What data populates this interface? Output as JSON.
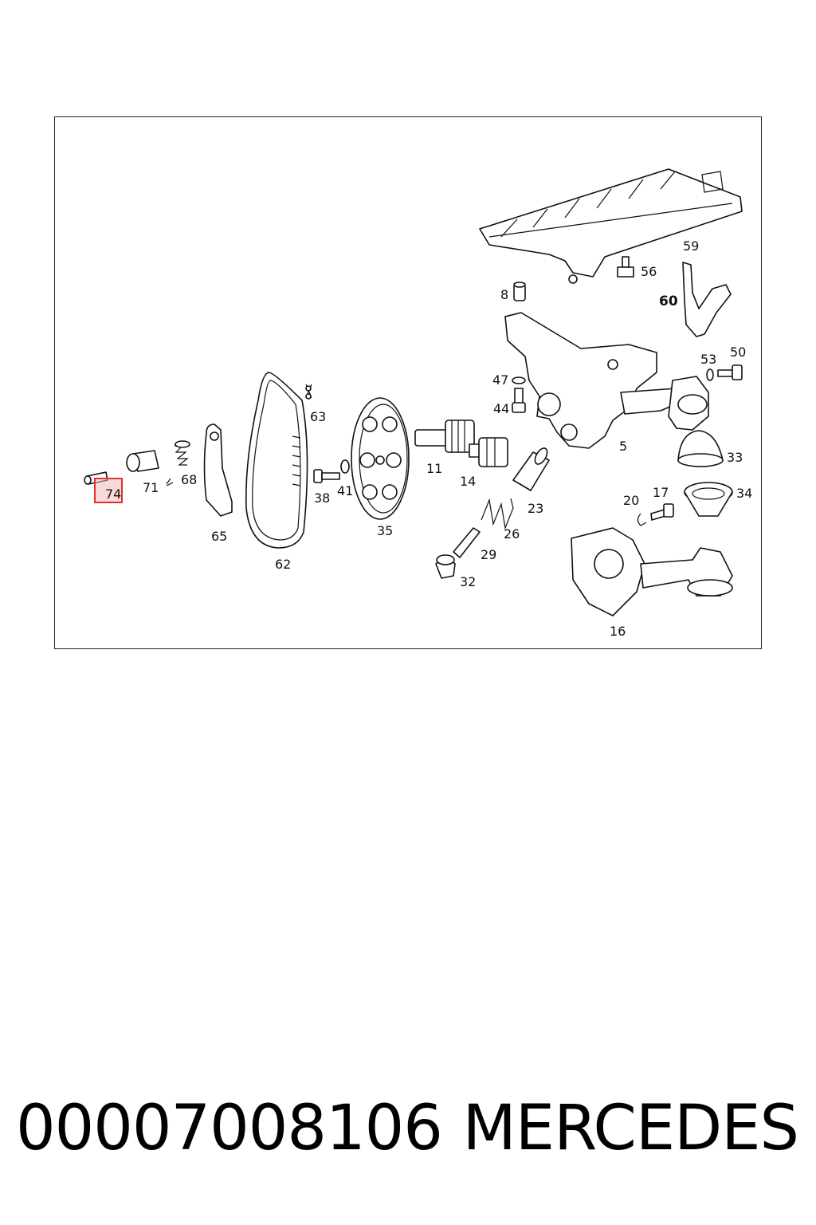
{
  "diagram": {
    "labels": [
      "74",
      "71",
      "68",
      "65",
      "62",
      "63",
      "38",
      "41",
      "35",
      "11",
      "14",
      "23",
      "26",
      "29",
      "32",
      "8",
      "47",
      "44",
      "5",
      "56",
      "59",
      "60",
      "53",
      "50",
      "33",
      "34",
      "20",
      "17",
      "16"
    ],
    "highlighted_label": "74",
    "highlight_color": "#e03030"
  },
  "footer": {
    "part_number": "00007008106",
    "brand": "MERCEDES"
  }
}
